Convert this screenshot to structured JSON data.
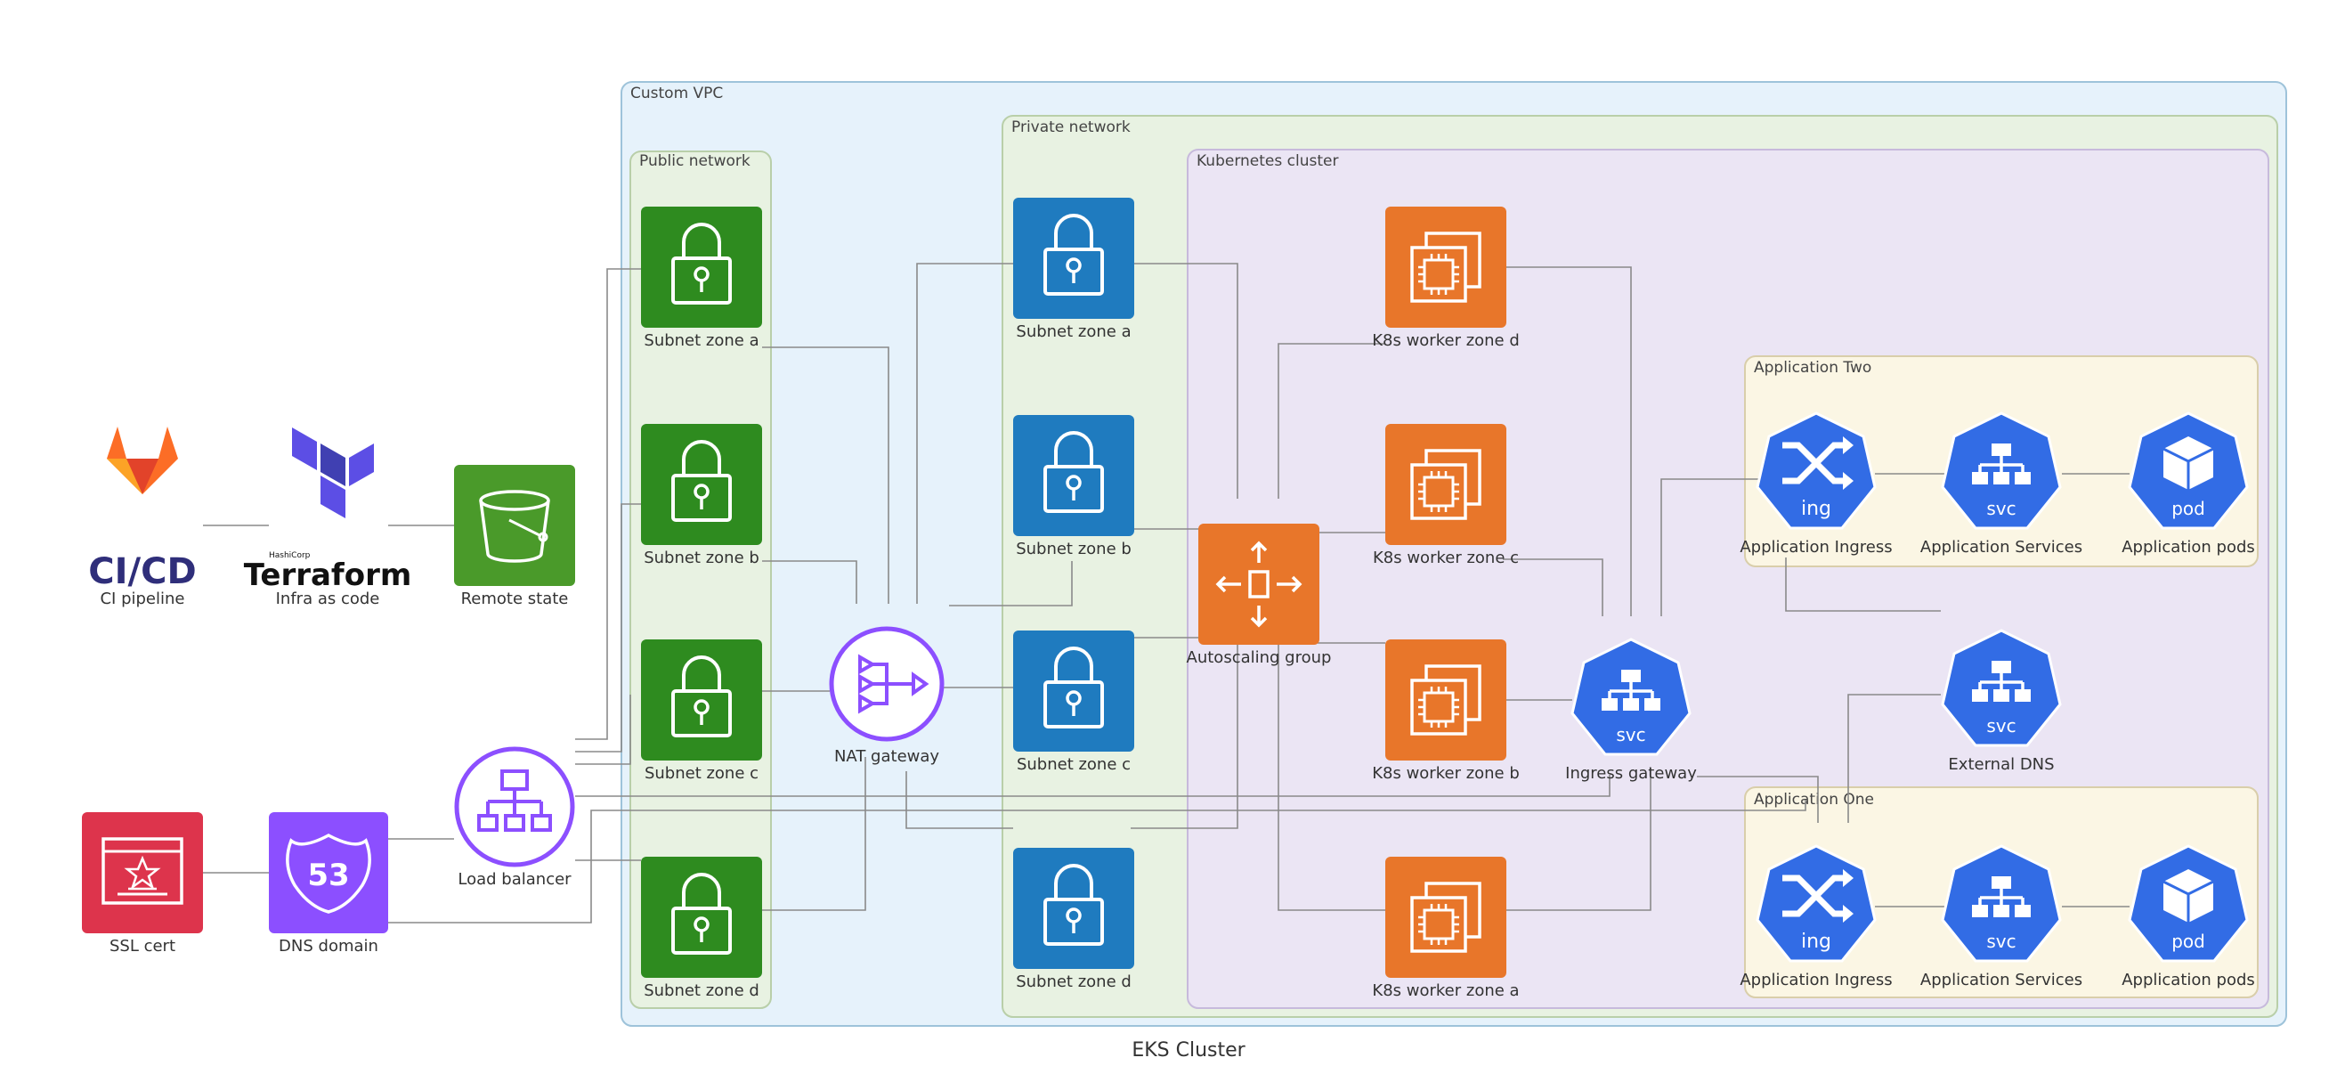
{
  "title": "EKS Cluster",
  "groups": {
    "vpc": "Custom VPC",
    "public": "Public network",
    "private": "Private network",
    "k8s": "Kubernetes cluster",
    "app_two": "Application Two",
    "app_one": "Application One"
  },
  "nodes": {
    "ci": {
      "label": "CI pipeline",
      "logo_text": "CI/CD"
    },
    "terraform": {
      "label": "Infra as code",
      "logo_text": "Terraform",
      "logo_small": "HashiCorp"
    },
    "remote_state": {
      "label": "Remote state"
    },
    "ssl": {
      "label": "SSL cert"
    },
    "dns": {
      "label": "DNS domain",
      "badge": "53"
    },
    "lb": {
      "label": "Load balancer"
    },
    "pub_a": {
      "label": "Subnet zone a"
    },
    "pub_b": {
      "label": "Subnet zone b"
    },
    "pub_c": {
      "label": "Subnet zone c"
    },
    "pub_d": {
      "label": "Subnet zone d"
    },
    "nat": {
      "label": "NAT gateway"
    },
    "priv_a": {
      "label": "Subnet zone a"
    },
    "priv_b": {
      "label": "Subnet zone b"
    },
    "priv_c": {
      "label": "Subnet zone c"
    },
    "priv_d": {
      "label": "Subnet zone d"
    },
    "asg": {
      "label": "Autoscaling group"
    },
    "w_d": {
      "label": "K8s worker zone d"
    },
    "w_c": {
      "label": "K8s worker zone c"
    },
    "w_b": {
      "label": "K8s worker zone b"
    },
    "w_a": {
      "label": "K8s worker zone a"
    },
    "ingress_gw": {
      "label": "Ingress gateway",
      "badge": "svc"
    },
    "ext_dns": {
      "label": "External DNS",
      "badge": "svc"
    },
    "two_ing": {
      "label": "Application Ingress",
      "badge": "ing"
    },
    "two_svc": {
      "label": "Application Services",
      "badge": "svc"
    },
    "two_pod": {
      "label": "Application pods",
      "badge": "pod"
    },
    "one_ing": {
      "label": "Application Ingress",
      "badge": "ing"
    },
    "one_svc": {
      "label": "Application Services",
      "badge": "svc"
    },
    "one_pod": {
      "label": "Application pods",
      "badge": "pod"
    }
  },
  "colors": {
    "public_subnet": "#2e8b1f",
    "private_subnet": "#1f7bbf",
    "worker": "#e8762a",
    "k8s_blue": "#326ce5",
    "purple": "#8c4fff",
    "ssl_red": "#dd344c",
    "dns_purple": "#8c4fff",
    "s3_green": "#4a9a2a",
    "gitlab_orange": "#e2432a",
    "terraform_purple": "#5c4ee5"
  }
}
